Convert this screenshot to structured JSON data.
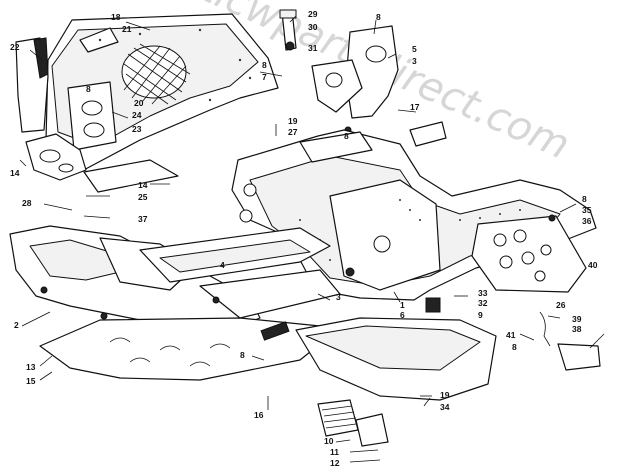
{
  "watermark": "arcticwpartsdirect.com",
  "callouts": [
    {
      "id": "c18",
      "text": "18"
    },
    {
      "id": "c21",
      "text": "21"
    },
    {
      "id": "c22",
      "text": "22"
    },
    {
      "id": "c29",
      "text": "29"
    },
    {
      "id": "c30",
      "text": "30"
    },
    {
      "id": "c31",
      "text": "31"
    },
    {
      "id": "c8a",
      "text": "8"
    },
    {
      "id": "c5",
      "text": "5"
    },
    {
      "id": "c3a",
      "text": "3"
    },
    {
      "id": "c8b",
      "text": "8"
    },
    {
      "id": "c7",
      "text": "7"
    },
    {
      "id": "c8c",
      "text": "8"
    },
    {
      "id": "c24",
      "text": "24"
    },
    {
      "id": "c23",
      "text": "23"
    },
    {
      "id": "c20",
      "text": "20"
    },
    {
      "id": "c17",
      "text": "17"
    },
    {
      "id": "c19a",
      "text": "19"
    },
    {
      "id": "c27",
      "text": "27"
    },
    {
      "id": "c8d",
      "text": "8"
    },
    {
      "id": "c14a",
      "text": "14"
    },
    {
      "id": "c14b",
      "text": "14"
    },
    {
      "id": "c25",
      "text": "25"
    },
    {
      "id": "c28",
      "text": "28"
    },
    {
      "id": "c37",
      "text": "37"
    },
    {
      "id": "c8e",
      "text": "8"
    },
    {
      "id": "c35",
      "text": "35"
    },
    {
      "id": "c36",
      "text": "36"
    },
    {
      "id": "c40",
      "text": "40"
    },
    {
      "id": "c4",
      "text": "4"
    },
    {
      "id": "c3b",
      "text": "3"
    },
    {
      "id": "c26",
      "text": "26"
    },
    {
      "id": "c33",
      "text": "33"
    },
    {
      "id": "c32",
      "text": "32"
    },
    {
      "id": "c9",
      "text": "9"
    },
    {
      "id": "c1",
      "text": "1"
    },
    {
      "id": "c6",
      "text": "6"
    },
    {
      "id": "c39",
      "text": "39"
    },
    {
      "id": "c38",
      "text": "38"
    },
    {
      "id": "c41",
      "text": "41"
    },
    {
      "id": "c8f",
      "text": "8"
    },
    {
      "id": "c2",
      "text": "2"
    },
    {
      "id": "c13",
      "text": "13"
    },
    {
      "id": "c15",
      "text": "15"
    },
    {
      "id": "c8g",
      "text": "8"
    },
    {
      "id": "c16",
      "text": "16"
    },
    {
      "id": "c19b",
      "text": "19"
    },
    {
      "id": "c34",
      "text": "34"
    },
    {
      "id": "c10",
      "text": "10"
    },
    {
      "id": "c11",
      "text": "11"
    },
    {
      "id": "c12",
      "text": "12"
    }
  ]
}
